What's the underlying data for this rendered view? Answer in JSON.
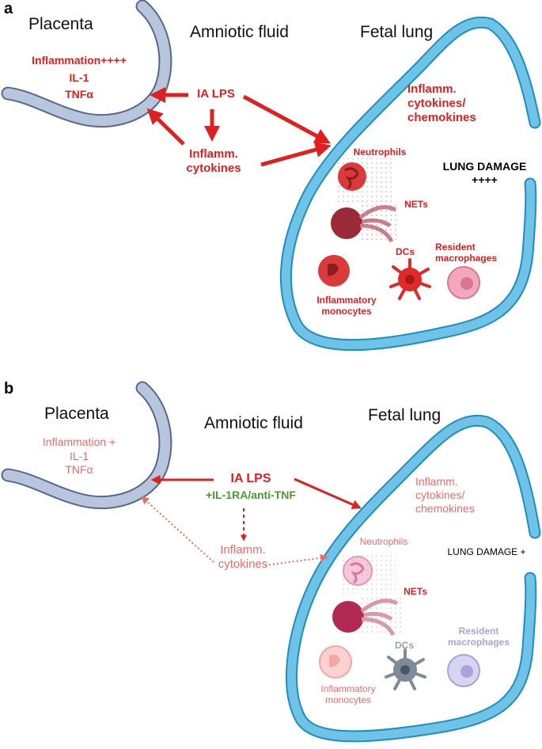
{
  "panel_a": {
    "label": "a",
    "placenta": "Placenta",
    "amniotic_fluid": "Amniotic fluid",
    "fetal_lung": "Fetal lung",
    "placenta_effects": "Inflammation++++\nIL-1\nTNFα",
    "ia_lps": "IA LPS",
    "inflamm_cytokines": "Inflamm.\ncytokines",
    "lung_cytokines": "Inflamm.\ncytokines/\nchemokines",
    "neutrophils": "Neutrophils",
    "nets": "NETs",
    "lung_damage": "LUNG DAMAGE\n++++",
    "dcs": "DCs",
    "resident_macrophages": "Resident\nmacrophages",
    "inflammatory_monocytes": "Inflammatory\nmonocytes"
  },
  "panel_b": {
    "label": "b",
    "placenta": "Placenta",
    "amniotic_fluid": "Amniotic fluid",
    "fetal_lung": "Fetal lung",
    "placenta_effects": "Inflammation +\nIL-1\nTNFα",
    "ia_lps": "IA LPS",
    "treatment": "+IL-1RA/anti-TNF",
    "inflamm_cytokines": "Inflamm.\ncytokines",
    "lung_cytokines": "Inflamm.\ncytokines/\nchemokines",
    "neutrophils": "Neutrophils",
    "nets": "NETs",
    "lung_damage": "LUNG DAMAGE +",
    "dcs": "DCs",
    "resident_macrophages": "Resident\nmacrophages",
    "inflammatory_monocytes": "Inflammatory\nmonocytes"
  },
  "colors": {
    "strong_red": "#e02020",
    "faded_red": "#ec6b6b",
    "treatment_green": "#4c9a2a",
    "lung_wall": "#6ec3e6",
    "lung_wall_edge": "#1f8dc0",
    "placenta_fill": "#b7c6dd",
    "placenta_edge": "#56698c"
  }
}
